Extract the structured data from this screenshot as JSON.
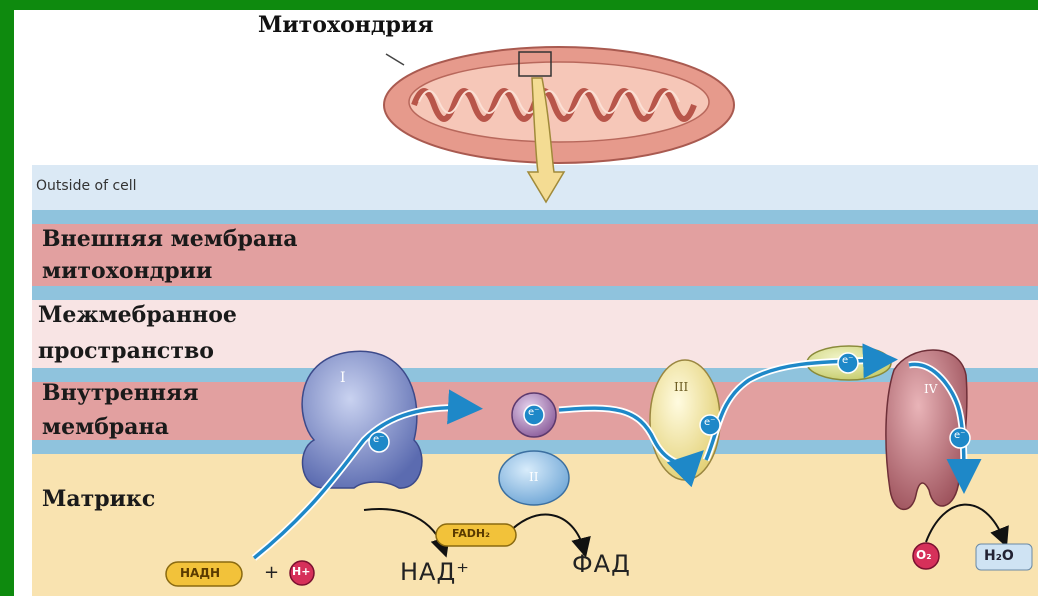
{
  "title": "Митохондрия",
  "outside_label": "Outside of cell",
  "regions": {
    "outer_membrane": [
      "Внешняя мембрана",
      "митохондрии"
    ],
    "intermembrane": [
      "Межмебранное",
      "пространство"
    ],
    "inner_membrane": [
      "Внутренняя",
      "мембрана"
    ],
    "matrix": "Матрикс"
  },
  "complexes": {
    "c1": "I",
    "c2": "II",
    "c3": "III",
    "c4": "IV"
  },
  "electron": "e⁻",
  "molecules": {
    "nadh": "НАДН",
    "hplus": "H+",
    "plus": "+",
    "nad": "НАД⁺",
    "fadh2": "FADH₂",
    "fad": "ФАД",
    "o2": "O₂",
    "h2o": "H₂O"
  },
  "colors": {
    "frame": "#0e8a0e",
    "outside": "#dbe9f5",
    "membrane_blue": "#8fc3dd",
    "membrane_pink": "#e2a0a0",
    "intermembrane": "#f8e4e4",
    "matrix": "#f9e3b0",
    "electron_path": "#1e88c8"
  }
}
